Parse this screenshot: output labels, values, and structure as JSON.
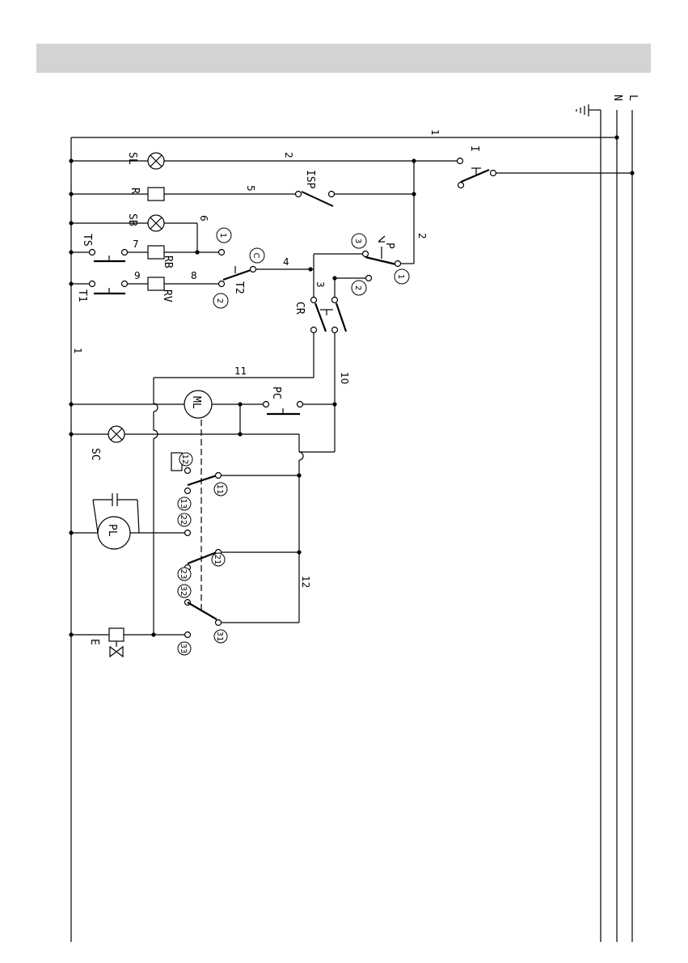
{
  "rails": [
    "N",
    "L"
  ],
  "wire_numbers": {
    "w1_top": "1",
    "w2_top": "2",
    "w5": "5",
    "w6": "6",
    "w7": "7",
    "w9": "9",
    "w8": "8",
    "w4": "4",
    "w3": "3",
    "w2_right": "2",
    "w1_left": "1",
    "w11": "11",
    "w10": "10",
    "w12": "12"
  },
  "components": {
    "SL": "SL",
    "R": "R",
    "SB": "SB",
    "TS": "TS",
    "RB": "RB",
    "T1": "T1",
    "RV": "RV",
    "T2": "T2",
    "ISP": "ISP",
    "I": "I",
    "P": "P",
    "CR": "CR",
    "ML": "ML",
    "PC": "PC",
    "SC": "SC",
    "PL": "PL",
    "E": "E"
  },
  "terminals": {
    "t1_a": "1",
    "t_c": "C",
    "t2_a": "2",
    "p3": "3",
    "p1": "1",
    "p2": "2",
    "c12": "12",
    "c11": "11",
    "c13": "13",
    "c22": "22",
    "c21": "21",
    "c23": "23",
    "c32": "32",
    "c31": "31",
    "c33": "33"
  }
}
